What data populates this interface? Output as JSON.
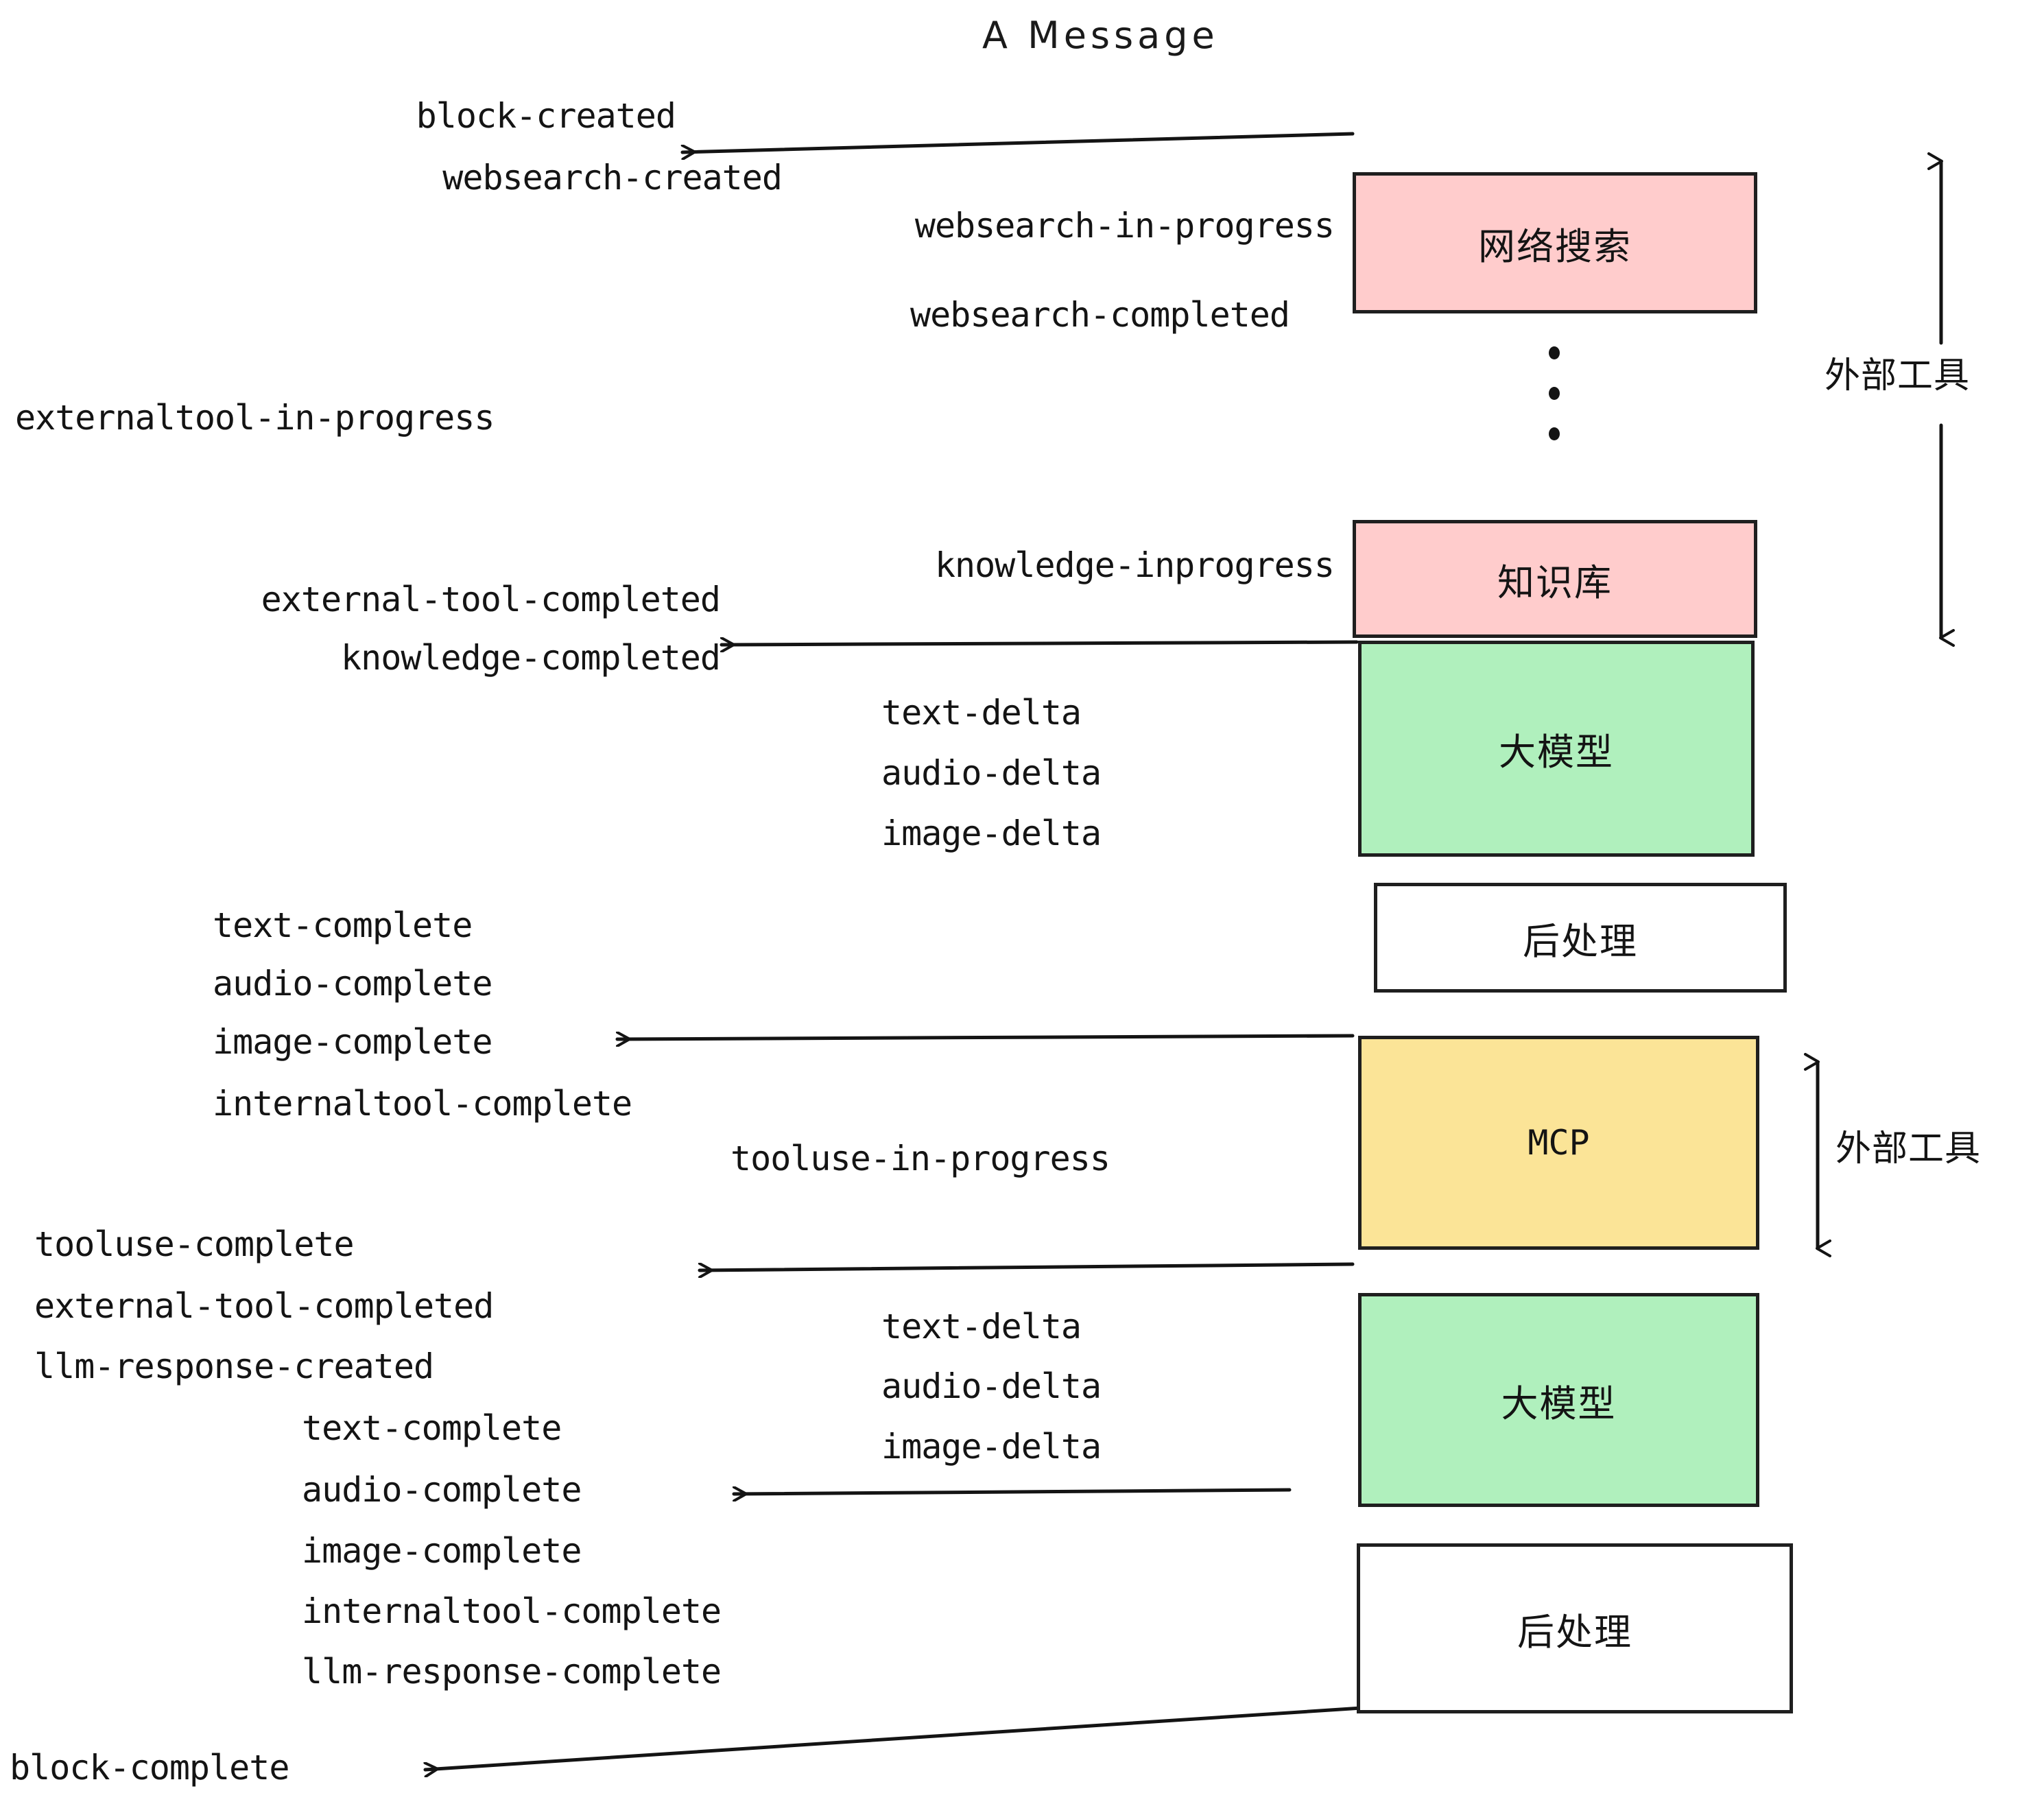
{
  "title": "A Message",
  "boxes": [
    {
      "id": "websearch",
      "label": "网络搜索",
      "color": "#ffcccc"
    },
    {
      "id": "knowledge",
      "label": "知识库",
      "color": "#ffcccc"
    },
    {
      "id": "llm-1",
      "label": "大模型",
      "color": "#b0f0bd"
    },
    {
      "id": "postprocess-1",
      "label": "后处理",
      "color": "#ffffff"
    },
    {
      "id": "mcp",
      "label": "MCP",
      "color": "#fbe497"
    },
    {
      "id": "llm-2",
      "label": "大模型",
      "color": "#b0f0bd"
    },
    {
      "id": "postprocess-2",
      "label": "后处理",
      "color": "#ffffff"
    }
  ],
  "side_labels": {
    "external_tool_top": "外部工具",
    "external_tool_bottom": "外部工具"
  },
  "events": {
    "block_created": "block-created",
    "websearch_created": "websearch-created",
    "websearch_in_progress": "websearch-in-progress",
    "websearch_completed": "websearch-completed",
    "externaltool_in_progress": "externaltool-in-progress",
    "knowledge_inprogress": "knowledge-inprogress",
    "external_tool_completed_1": "external-tool-completed",
    "knowledge_completed": "knowledge-completed",
    "text_delta_1": "text-delta",
    "audio_delta_1": "audio-delta",
    "image_delta_1": "image-delta",
    "text_complete_1": "text-complete",
    "audio_complete_1": "audio-complete",
    "image_complete_1": "image-complete",
    "internaltool_complete_1": "internaltool-complete",
    "tooluse_in_progress": "tooluse-in-progress",
    "tooluse_complete": "tooluse-complete",
    "external_tool_completed_2": "external-tool-completed",
    "llm_response_created": "llm-response-created",
    "text_delta_2": "text-delta",
    "audio_delta_2": "audio-delta",
    "image_delta_2": "image-delta",
    "text_complete_2": "text-complete",
    "audio_complete_2": "audio-complete",
    "image_complete_2": "image-complete",
    "internaltool_complete_2": "internaltool-complete",
    "llm_response_complete": "llm-response-complete",
    "block_complete": "block-complete"
  },
  "colors": {
    "pink": "#ffcccc",
    "green": "#b0f0bd",
    "yellow": "#fbe497",
    "white": "#ffffff",
    "stroke": "#1f1f1f",
    "text": "#141414"
  }
}
